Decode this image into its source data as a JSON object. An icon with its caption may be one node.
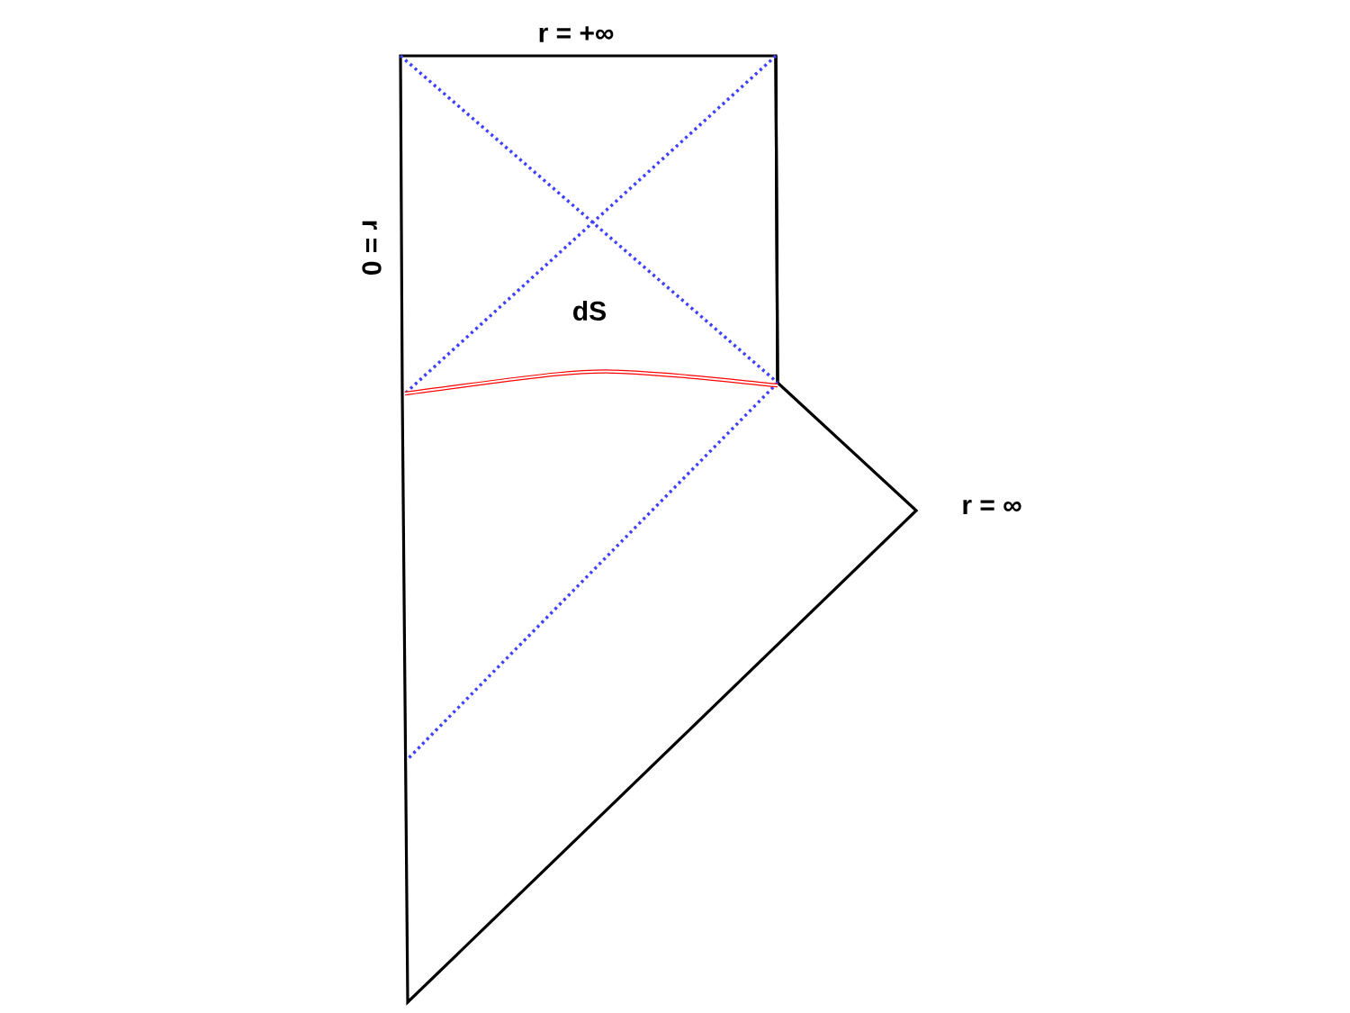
{
  "diagram": {
    "labels": [
      "r = +∞",
      "r = 0",
      "dS",
      "r = ∞"
    ]
  }
}
